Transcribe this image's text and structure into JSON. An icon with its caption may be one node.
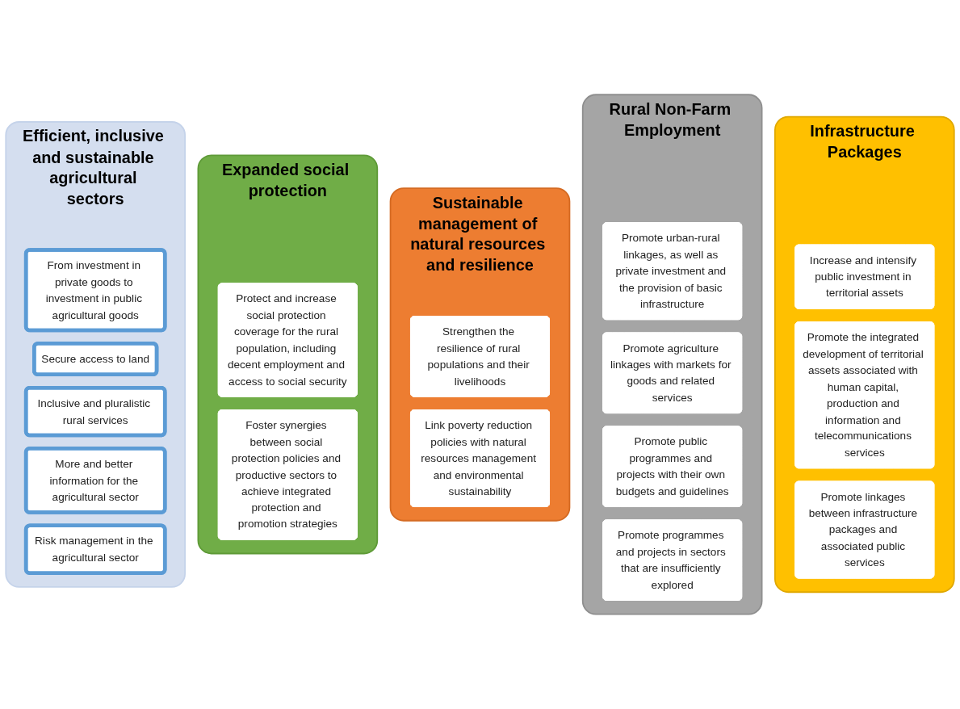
{
  "diagram": {
    "nodes": [
      {
        "text": [
          "Efficient, inclusive and sustainable agricultural sectors"
        ]
      },
      {
        "text": [
          "From investment in private goods to investment in public agricultural goods"
        ],
        "in": 0
      },
      {
        "text": [
          "Secure access to land"
        ],
        "in": 0
      },
      {
        "text": [
          "Inclusive and pluralistic rural services"
        ],
        "in": 0
      },
      {
        "text": [
          "More and better information for the agricultural sector"
        ],
        "in": 0
      },
      {
        "text": [
          "Risk management in the agricultural sector"
        ],
        "in": 0
      },
      {
        "text": [
          "Expanded social protection"
        ]
      },
      {
        "text": [
          "Protect and increase social protection coverage for the rural population, including decent employment and access to social security"
        ],
        "in": 6
      },
      {
        "text": [
          "Foster synergies between social protection policies and productive sectors to achieve integrated protection and promotion strategies"
        ],
        "in": 6
      },
      {
        "text": [
          "Sustainable management of natural resources and resilience"
        ]
      },
      {
        "text": [
          "Strengthen the resilience of rural populations and their livelihoods"
        ],
        "in": 9
      },
      {
        "text": [
          "Link poverty reduction policies with natural resources management and environmental sustainability"
        ],
        "in": 9
      },
      {
        "text": [
          "Rural Non-Farm Employment"
        ]
      },
      {
        "text": [
          "Promote urban-rural linkages, as well as private investment and the provision of basic infrastructure"
        ],
        "in": 12
      },
      {
        "text": [
          "Promote agriculture linkages with markets for goods and related services"
        ],
        "in": 12
      },
      {
        "text": [
          "Promote public programmes and projects with their own budgets and guidelines"
        ],
        "in": 12
      },
      {
        "text": [
          "Promote programmes and projects in sectors that are insufficiently explored"
        ],
        "in": 12
      },
      {
        "text": [
          "Infrastructure Packages"
        ]
      },
      {
        "text": [
          "Increase and intensify public investment in territorial assets"
        ],
        "in": 17
      },
      {
        "text": [
          "Promote the integrated development of territorial assets associated with human capital, production and information and telecommunications services"
        ],
        "in": 17
      },
      {
        "text": [
          "Promote linkages between infrastructure packages and associated public services"
        ],
        "in": 17
      }
    ],
    "edges": []
  }
}
